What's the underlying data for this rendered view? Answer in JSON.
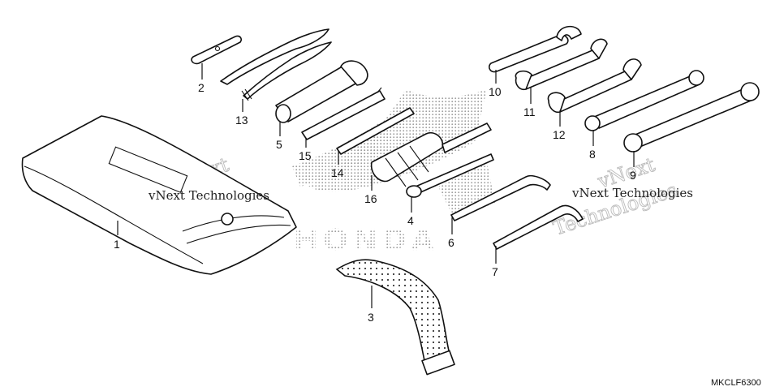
{
  "diagram_code": "MKCLF6300",
  "brand_mark": "HONDA",
  "watermark": {
    "line1": "vNext",
    "line2": "Technologies",
    "caption": "vNext Technologies"
  },
  "callouts": [
    "1",
    "2",
    "3",
    "4",
    "5",
    "6",
    "7",
    "8",
    "9",
    "10",
    "11",
    "12",
    "13",
    "14",
    "15",
    "16"
  ]
}
